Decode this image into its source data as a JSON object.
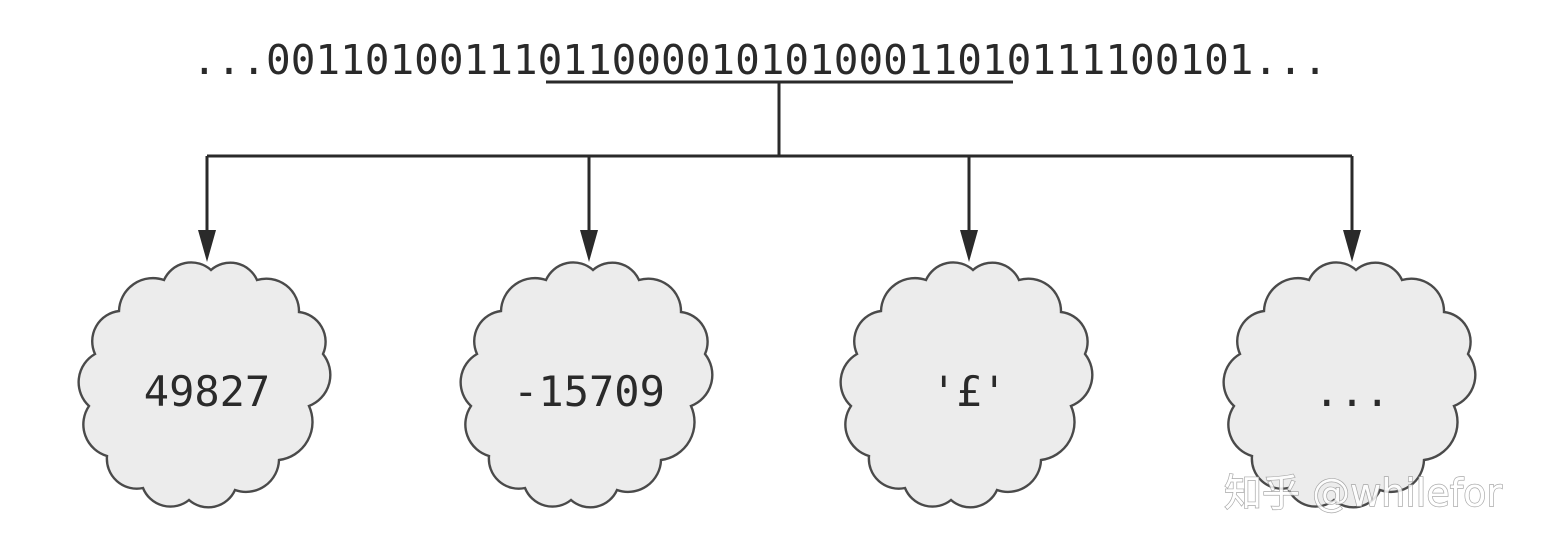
{
  "bitstream": {
    "prefix": "...0011010011",
    "highlighted": "10110000101010001101",
    "suffix": "0111100101..."
  },
  "interpretations": [
    {
      "label": "49827"
    },
    {
      "label": "-15709"
    },
    {
      "label": "'£'"
    },
    {
      "label": "..."
    }
  ],
  "watermark": "知乎 @whilefor"
}
